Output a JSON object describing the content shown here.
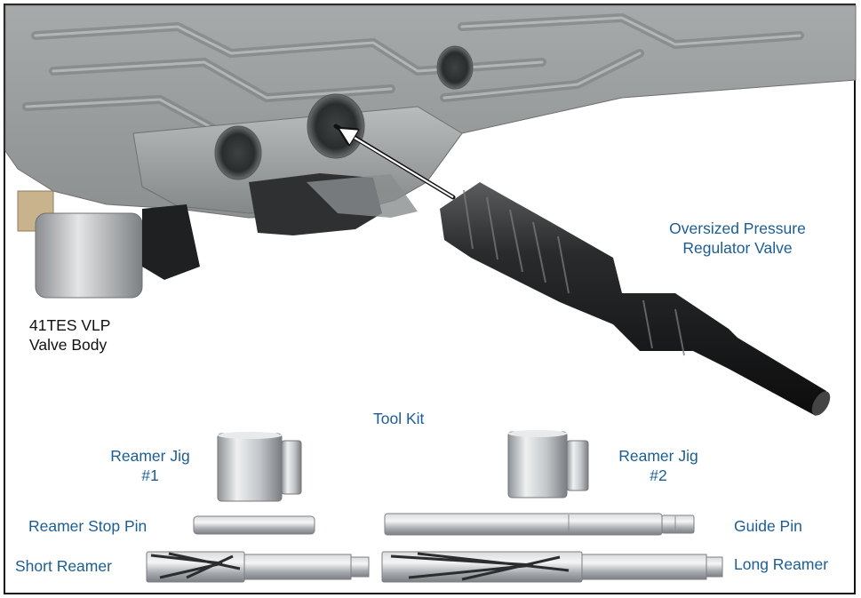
{
  "figure": {
    "colors": {
      "label_blue": "#1b5d94",
      "label_black": "#111111",
      "frame": "#111111"
    },
    "valve_body": {
      "line1": "41TES VLP",
      "line2": "Valve Body"
    },
    "valve": {
      "line1": "Oversized Pressure",
      "line2": "Regulator Valve"
    },
    "tool_kit": {
      "title": "Tool Kit",
      "jig1": {
        "line1": "Reamer Jig",
        "line2": "#1"
      },
      "jig2": {
        "line1": "Reamer Jig",
        "line2": "#2"
      },
      "stop_pin": "Reamer Stop Pin",
      "guide_pin": "Guide Pin",
      "short_reamer": "Short Reamer",
      "long_reamer": "Long Reamer"
    }
  }
}
